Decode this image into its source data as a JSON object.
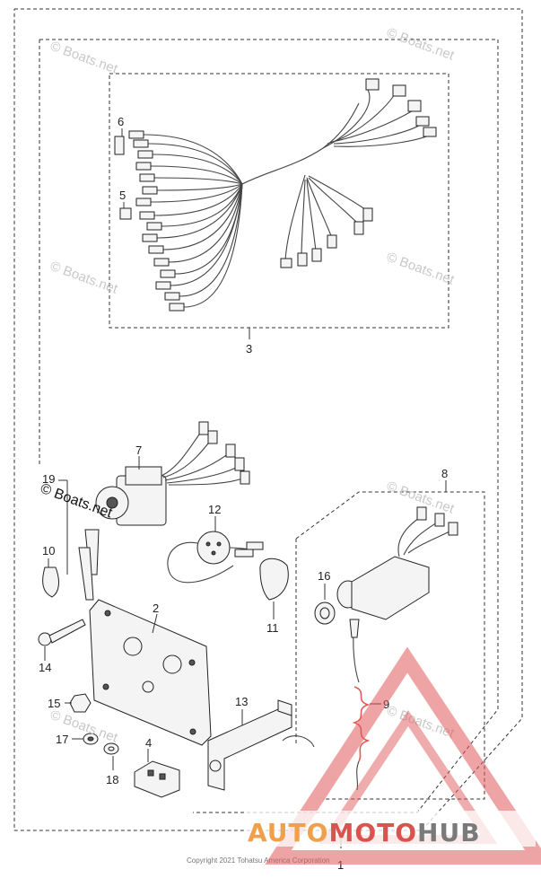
{
  "callouts": {
    "c1": "1",
    "c2": "2",
    "c3": "3",
    "c4": "4",
    "c5": "5",
    "c6": "6",
    "c7": "7",
    "c8": "8",
    "c9": "9",
    "c10": "10",
    "c11": "11",
    "c12": "12",
    "c13": "13",
    "c14": "14",
    "c15": "15",
    "c16": "16",
    "c17": "17",
    "c18": "18",
    "c19": "19"
  },
  "watermark": {
    "text": "© Boats.net"
  },
  "copyright": "Copyright 2021 Tohatsu America Corporation",
  "logo": {
    "auto": "AUTO",
    "moto": "MOTO",
    "hub": "HUB"
  },
  "colors": {
    "logo_red": "#d9534f",
    "logo_orange": "#f0a04b",
    "logo_gray": "#7a7a7a",
    "triangle": "#e05a5a"
  }
}
